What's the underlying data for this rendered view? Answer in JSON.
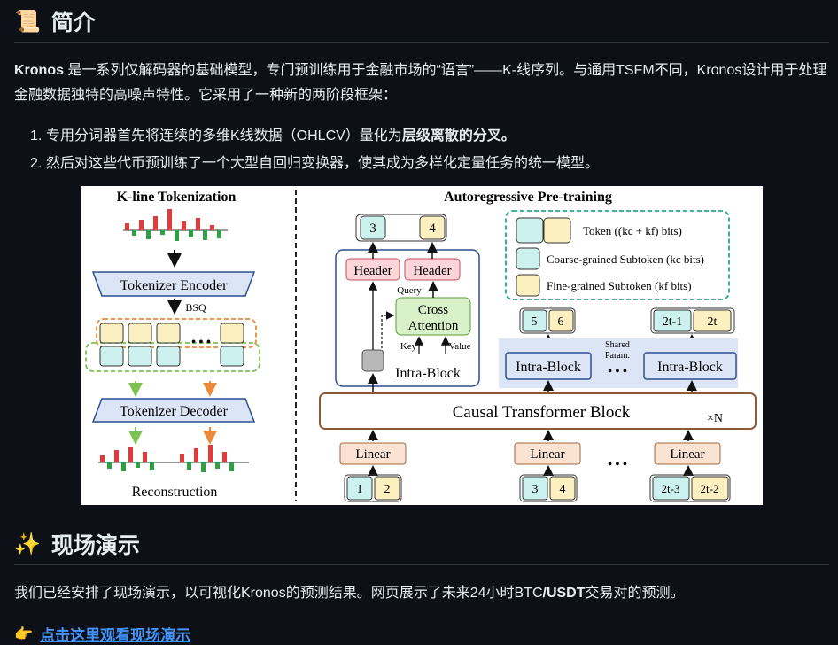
{
  "intro": {
    "heading_icon": "scroll-icon",
    "heading": "简介",
    "brand": "Kronos",
    "text": " 是一系列仅解码器的基础模型，专门预训练用于金融市场的“语言”——K-线序列。与通用TSFM不同，Kronos设计用于处理金融数据独特的高噪声特性。它采用了一种新的两阶段框架："
  },
  "steps": [
    {
      "num": "1.",
      "text": "专用分词器首先将连续的多维K线数据（OHLCV）量化为",
      "bold": "层级离散的分叉。"
    },
    {
      "num": "2.",
      "text": "然后对这些代币预训练了一个大型自回归变换器，使其成为多样化定量任务的统一模型。",
      "bold": ""
    }
  ],
  "figure": {
    "left_title": "K-line Tokenization",
    "right_title": "Autoregressive Pre-training",
    "tokenizer_encoder": "Tokenizer Encoder",
    "bsq": "BSQ",
    "tokenizer_decoder": "Tokenizer Decoder",
    "reconstruction": "Reconstruction",
    "legend_token": "Token ((kc + kf) bits)",
    "legend_coarse": "Coarse-grained Subtoken (kc bits)",
    "legend_fine": "Fine-grained Subtoken (kf bits)",
    "header": "Header",
    "query": "Query",
    "cross_attention_1": "Cross",
    "cross_attention_2": "Attention",
    "key": "Key",
    "value": "Value",
    "intra_block": "Intra-Block",
    "shared_1": "Shared",
    "shared_2": "Param.",
    "causal": "Causal Transformer Block",
    "times_n": "×N",
    "linear": "Linear",
    "out_tokens": [
      "3",
      "4"
    ],
    "mid_tokens": [
      [
        "5",
        "6"
      ],
      [
        "2t-1",
        "2t"
      ]
    ],
    "in_tokens": [
      [
        "1",
        "2"
      ],
      [
        "3",
        "4"
      ],
      [
        "2t-3",
        "2t-2"
      ]
    ],
    "dots": "• • •",
    "colors": {
      "coarse": "#ccf1ee",
      "fine": "#fdf0c0",
      "header": "#fbd5d8",
      "cross": "#d9f1c9",
      "linear": "#fbe3d3",
      "intra": "#dbe5f5"
    }
  },
  "demo": {
    "heading_icon": "sparkles-icon",
    "heading": "现场演示",
    "text_a": "我们已经安排了现场演示，以可视化Kronos的预测结果。网页展示了未来24小时BTC",
    "text_b": "/USDT",
    "text_c": "交易对的预测。",
    "link_icon": "pointing-hand-icon",
    "link": "点击这里观看现场演示"
  }
}
